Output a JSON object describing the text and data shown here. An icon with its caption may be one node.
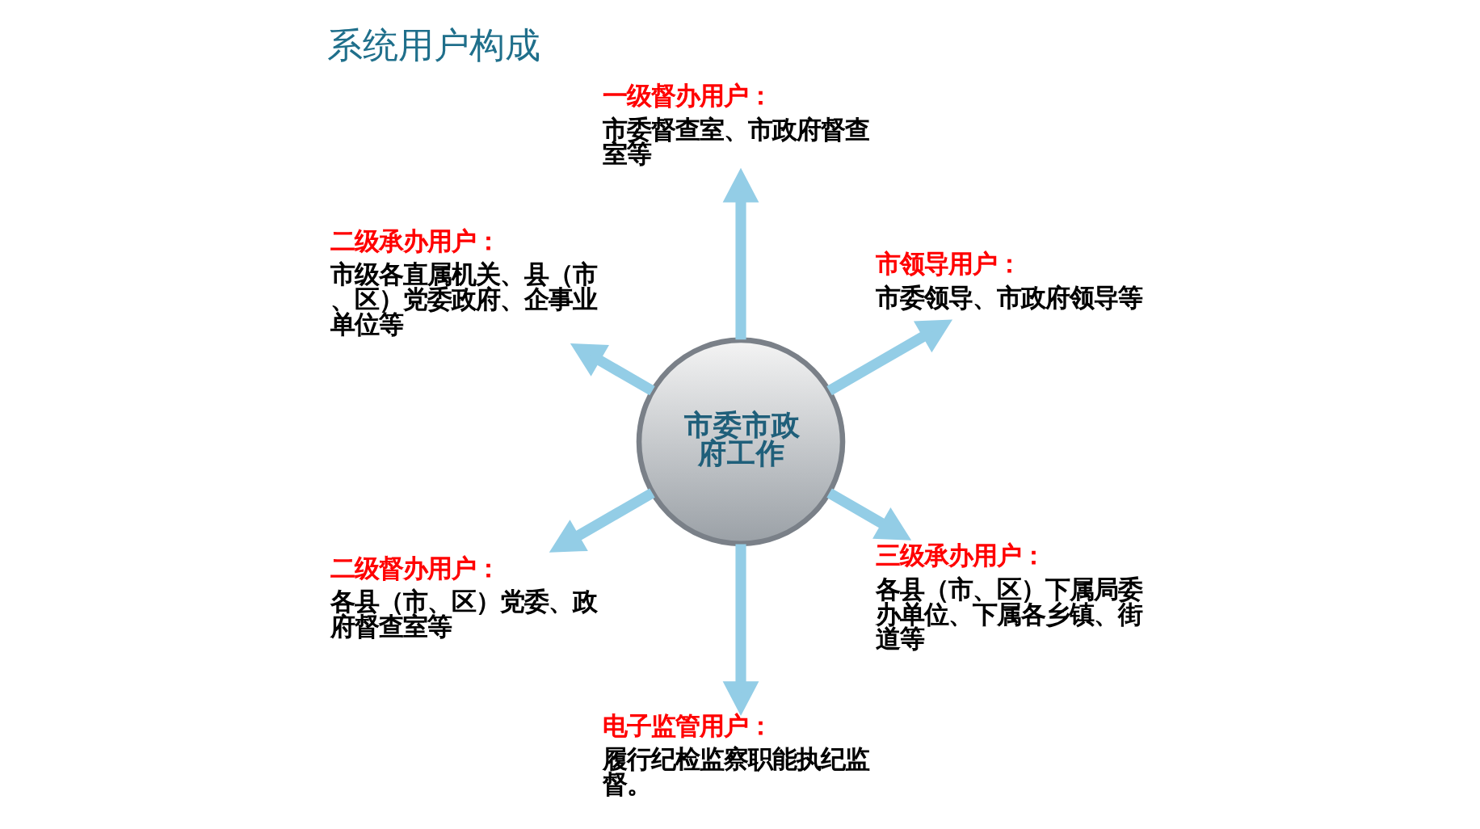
{
  "diagram": {
    "title": "系统用户构成",
    "nodes": [
      {
        "text": [
          "市委市政府工作"
        ]
      },
      {
        "text": [
          "市领导用户：",
          "市委领导、市政府领导等"
        ]
      },
      {
        "text": [
          "一级督办用户：",
          "市委督查室、市政府督查室等"
        ]
      },
      {
        "text": [
          "二级承办用户：",
          "市级各直属机关、县（市、区）党委政府、企事业单位等"
        ]
      },
      {
        "text": [
          "二级督办用户：",
          "各县（市、区）党委、政府督查室等"
        ]
      },
      {
        "text": [
          "电子监管用户：",
          "履行纪检监察职能执纪监督。"
        ]
      },
      {
        "text": [
          "三级承办用户：",
          "各县（市、区）下属局委办单位、下属各乡镇、街道等"
        ]
      }
    ],
    "edges": [
      {
        "from": 0,
        "to": 1,
        "arrow": "to"
      },
      {
        "from": 0,
        "to": 2,
        "arrow": "to"
      },
      {
        "from": 0,
        "to": 3,
        "arrow": "to"
      },
      {
        "from": 0,
        "to": 4,
        "arrow": "to"
      },
      {
        "from": 0,
        "to": 5,
        "arrow": "to"
      },
      {
        "from": 0,
        "to": 6,
        "arrow": "to"
      }
    ]
  }
}
